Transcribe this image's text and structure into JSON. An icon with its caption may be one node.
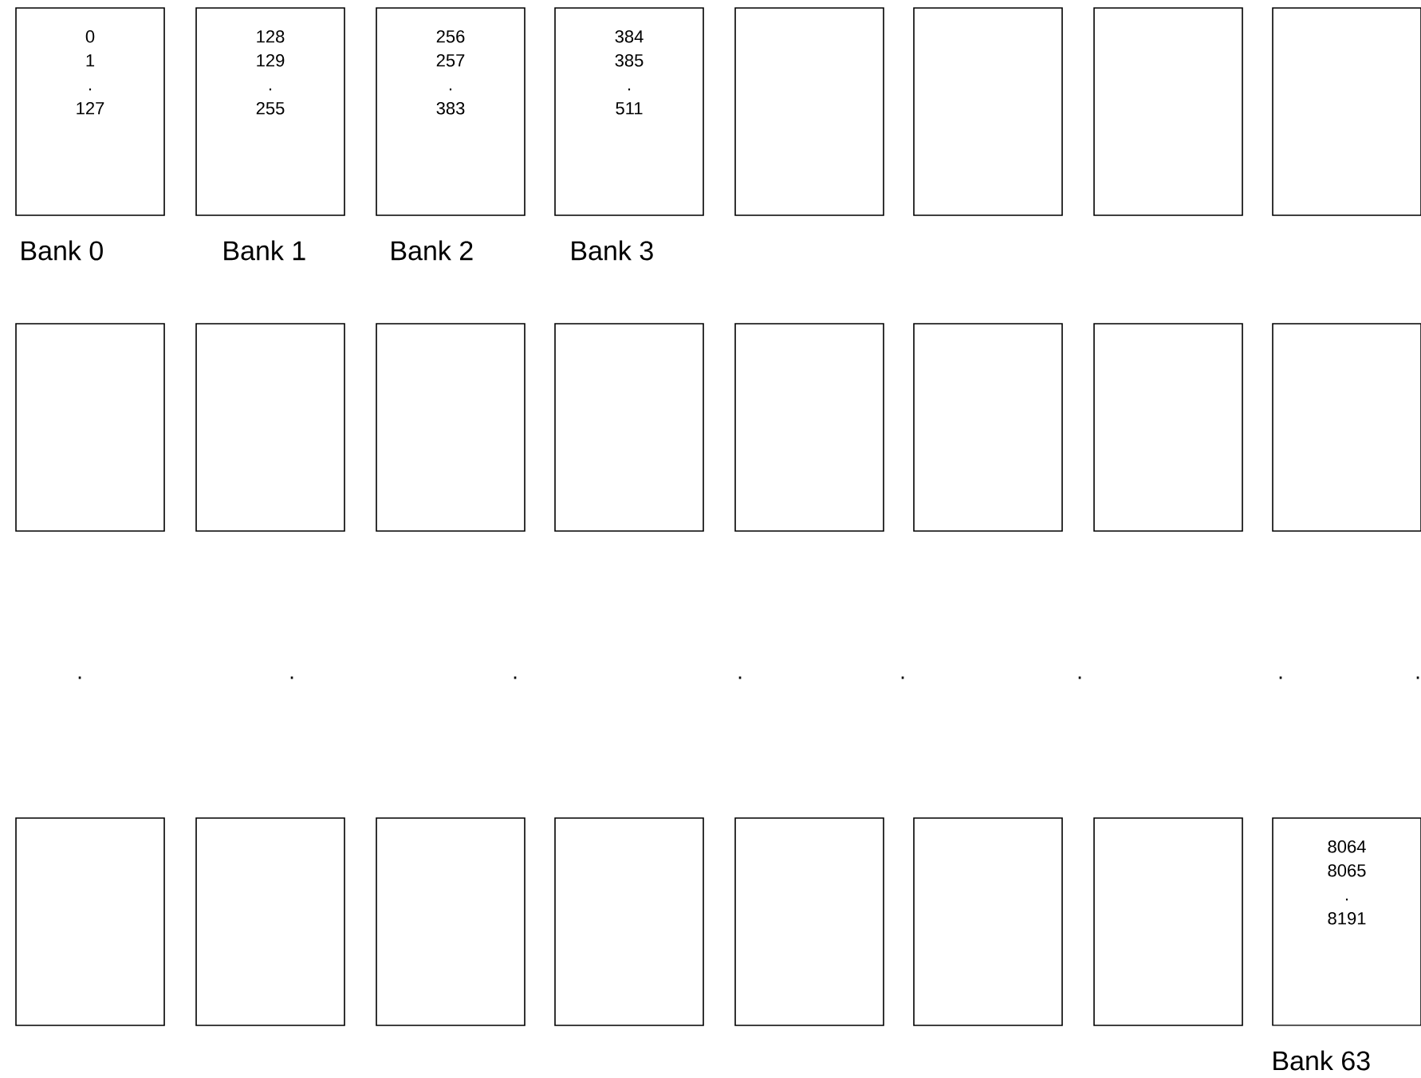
{
  "diagram": {
    "nodes": [
      {
        "text": [
          "0",
          "1",
          ".",
          "127"
        ],
        "beside": [
          "Bank 0"
        ]
      },
      {
        "text": [
          "128",
          "129",
          ".",
          "255"
        ],
        "beside": [
          "Bank 1"
        ]
      },
      {
        "text": [
          "256",
          "257",
          ".",
          "383"
        ],
        "beside": [
          "Bank 2"
        ]
      },
      {
        "text": [
          "384",
          "385",
          ".",
          "511"
        ],
        "beside": [
          "Bank 3"
        ]
      },
      {
        "text": [],
        "shape": "box"
      },
      {
        "text": [],
        "shape": "box"
      },
      {
        "text": [],
        "shape": "box"
      },
      {
        "text": [],
        "shape": "box"
      },
      {
        "text": [],
        "shape": "box"
      },
      {
        "text": [],
        "shape": "box"
      },
      {
        "text": [],
        "shape": "box"
      },
      {
        "text": [],
        "shape": "box"
      },
      {
        "text": [],
        "shape": "box"
      },
      {
        "text": [],
        "shape": "box"
      },
      {
        "text": [],
        "shape": "box"
      },
      {
        "text": [],
        "shape": "box"
      },
      {
        "text": [],
        "shape": "box"
      },
      {
        "text": [],
        "shape": "box"
      },
      {
        "text": [],
        "shape": "box"
      },
      {
        "text": [],
        "shape": "box"
      },
      {
        "text": [],
        "shape": "box"
      },
      {
        "text": [],
        "shape": "box"
      },
      {
        "text": [],
        "shape": "box"
      },
      {
        "text": [
          "8064",
          "8065",
          ".",
          "8191"
        ],
        "beside": [
          "Bank 63"
        ]
      }
    ],
    "labels": [
      ".",
      ".",
      ".",
      ".",
      ".",
      ".",
      ".",
      "."
    ]
  }
}
